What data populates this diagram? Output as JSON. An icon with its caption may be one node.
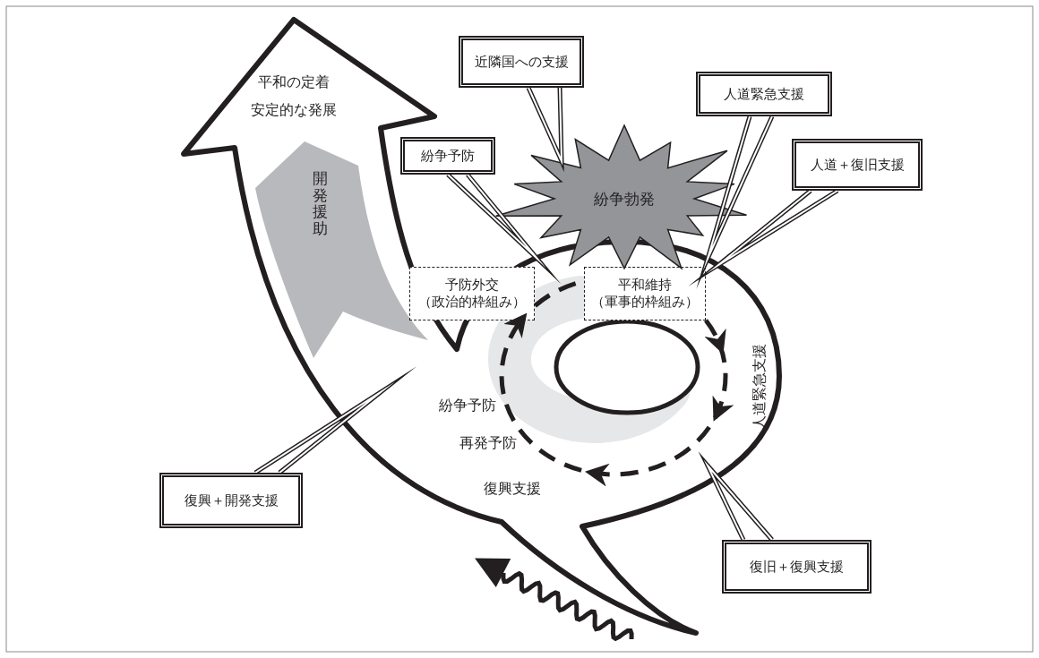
{
  "diagram": {
    "nodes": [
      {
        "text": [
          "平和の定着",
          "安定的な発展"
        ]
      },
      {
        "text": [
          "開発援助"
        ],
        "in": 0
      },
      {
        "text": [
          "近隣国への支援"
        ]
      },
      {
        "text": [
          "人道緊急支援"
        ]
      },
      {
        "text": [
          "紛争予防"
        ]
      },
      {
        "text": [
          "紛争勃発"
        ]
      },
      {
        "text": [
          "人道＋復旧支援"
        ]
      },
      {
        "text": [
          "予防外交",
          "（政治的枠組み）"
        ],
        "in": 0
      },
      {
        "text": [
          "平和維持",
          "（軍事的枠組み）"
        ],
        "in": 0
      },
      {
        "text": [],
        "shape": "circle",
        "in": 0
      },
      {
        "text": [
          "復興＋開発支援"
        ]
      },
      {
        "text": [
          "復旧＋復興支援"
        ]
      }
    ],
    "edges": [
      {
        "from": 2,
        "to": 5,
        "arrow": "none"
      },
      {
        "from": 4,
        "to": 0,
        "arrow": "none"
      },
      {
        "from": 3,
        "to": 0,
        "arrow": "none"
      },
      {
        "from": 6,
        "to": 0,
        "arrow": "none"
      },
      {
        "from": 10,
        "to": null,
        "arrow": "none"
      },
      {
        "from": 11,
        "to": null,
        "arrow": "none"
      },
      {
        "from": 7,
        "to": 8,
        "arrow": "none",
        "style": "dashed",
        "color": "#231f20"
      },
      {
        "from": 8,
        "to": 7,
        "arrow": "to",
        "style": "dashed",
        "color": "#231f20"
      }
    ],
    "labels": [
      "紛争予防",
      "再発予防",
      "復興支援",
      "人道緊急支援"
    ]
  }
}
